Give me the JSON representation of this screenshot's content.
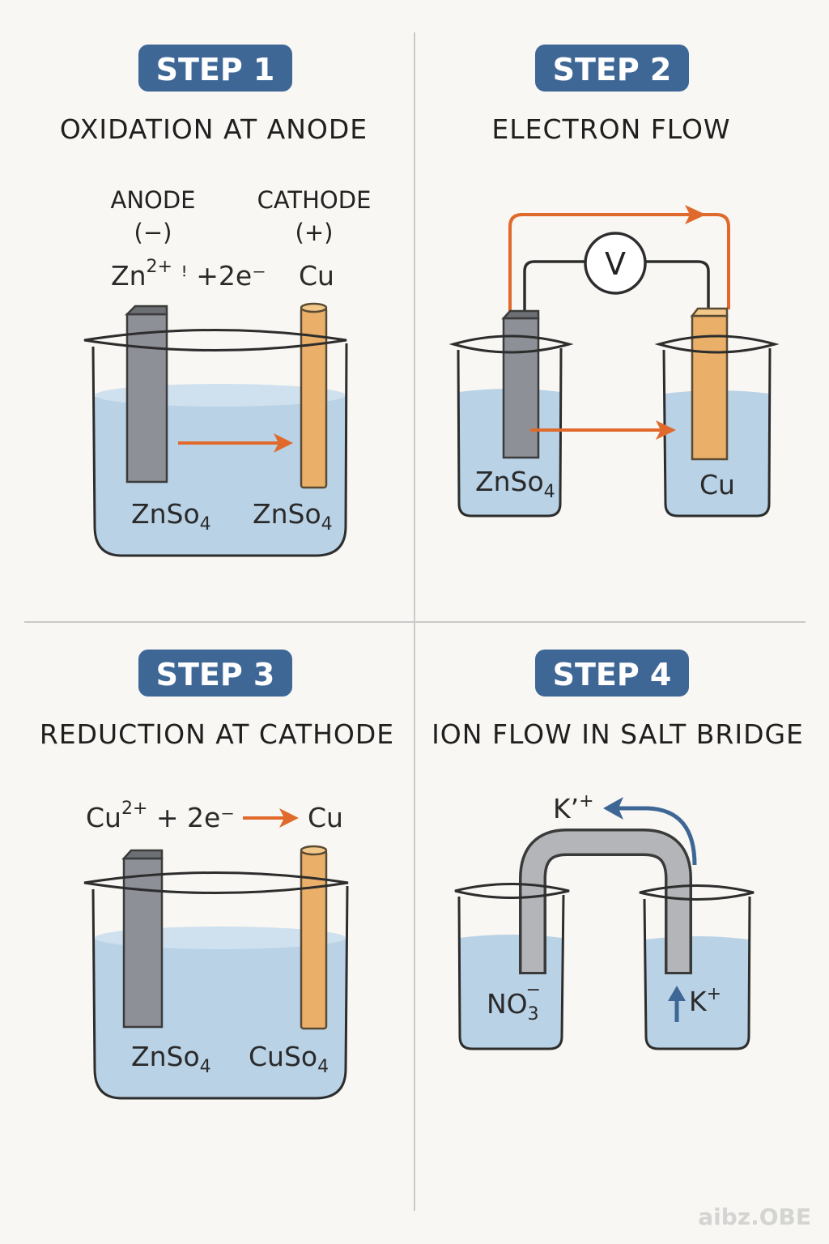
{
  "colors": {
    "badge": "#3f6796",
    "arrow_orange": "#e06a2c",
    "ion_arrow_blue": "#3f6796",
    "solution": "#b9d2e6",
    "zinc": "#8d9096",
    "copper": "#eab069"
  },
  "steps": [
    {
      "badge": "STEP 1",
      "title": "OXIDATION AT ANODE",
      "anode_label": "ANODE",
      "anode_sign": "(−)",
      "cathode_label": "CATHODE",
      "cathode_sign": "(+)",
      "equation_base": "Zn",
      "equation_sup": "2+",
      "equation_rest": " ꜝ +2e⁻",
      "cathode_metal": "Cu",
      "left_solution": "ZnSo",
      "left_solution_sub": "4",
      "right_solution": "ZnSo",
      "right_solution_sub": "4"
    },
    {
      "badge": "STEP 2",
      "title": "ELECTRON FLOW",
      "meter": "V",
      "left_solution": "ZnSo",
      "left_solution_sub": "4",
      "right_label": "Cu"
    },
    {
      "badge": "STEP 3",
      "title": "REDUCTION AT CATHODE",
      "equation_base": "Cu",
      "equation_sup": "2+",
      "equation_rest": " + 2e⁻",
      "product": "Cu",
      "left_solution": "ZnSo",
      "left_solution_sub": "4",
      "right_solution": "CuSo",
      "right_solution_sub": "4"
    },
    {
      "badge": "STEP 4",
      "title": "ION FLOW IN SALT BRIDGE",
      "top_ion": "K’",
      "top_ion_sup": "+",
      "left_ion": "NO",
      "left_ion_sub": "3",
      "left_ion_sup": "−",
      "right_ion": "K",
      "right_ion_sup": "+"
    }
  ],
  "watermark": "aibz.OBE"
}
